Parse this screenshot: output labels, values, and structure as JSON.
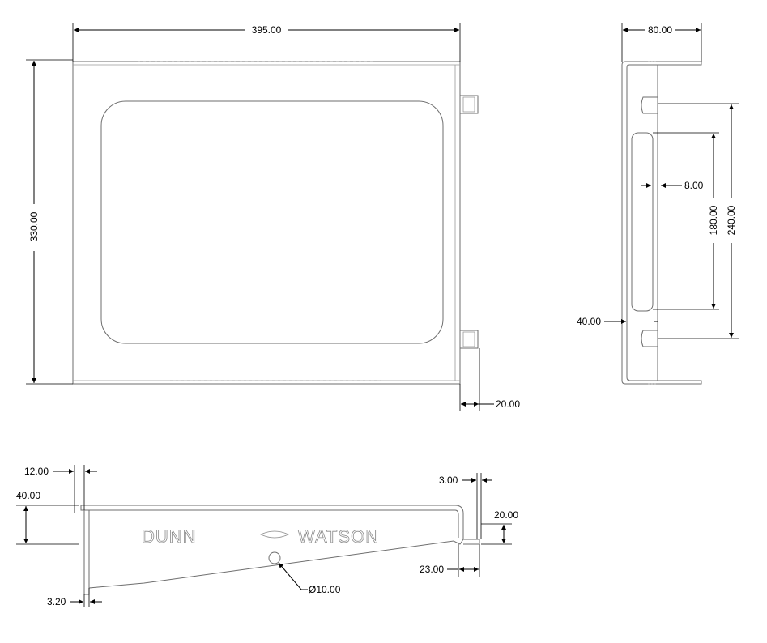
{
  "dimensions": {
    "front_width": "395.00",
    "front_height": "330.00",
    "front_tab": "20.00",
    "side_width": "80.00",
    "side_slot_width": "8.00",
    "side_slot_length": "180.00",
    "side_hole_spacing": "240.00",
    "side_offset": "40.00",
    "bottom_lip": "12.00",
    "bottom_height": "40.00",
    "bottom_thickness": "3.20",
    "bottom_hole": "Ø10.00",
    "bottom_tab_thickness": "3.00",
    "bottom_tab_height": "20.00",
    "bottom_tab_depth": "23.00"
  },
  "logo": {
    "left_word": "DUNN",
    "right_word": "WATSON"
  },
  "colors": {
    "part_line": "#6e6e6e",
    "dimension_line": "#000000",
    "background": "#ffffff"
  }
}
